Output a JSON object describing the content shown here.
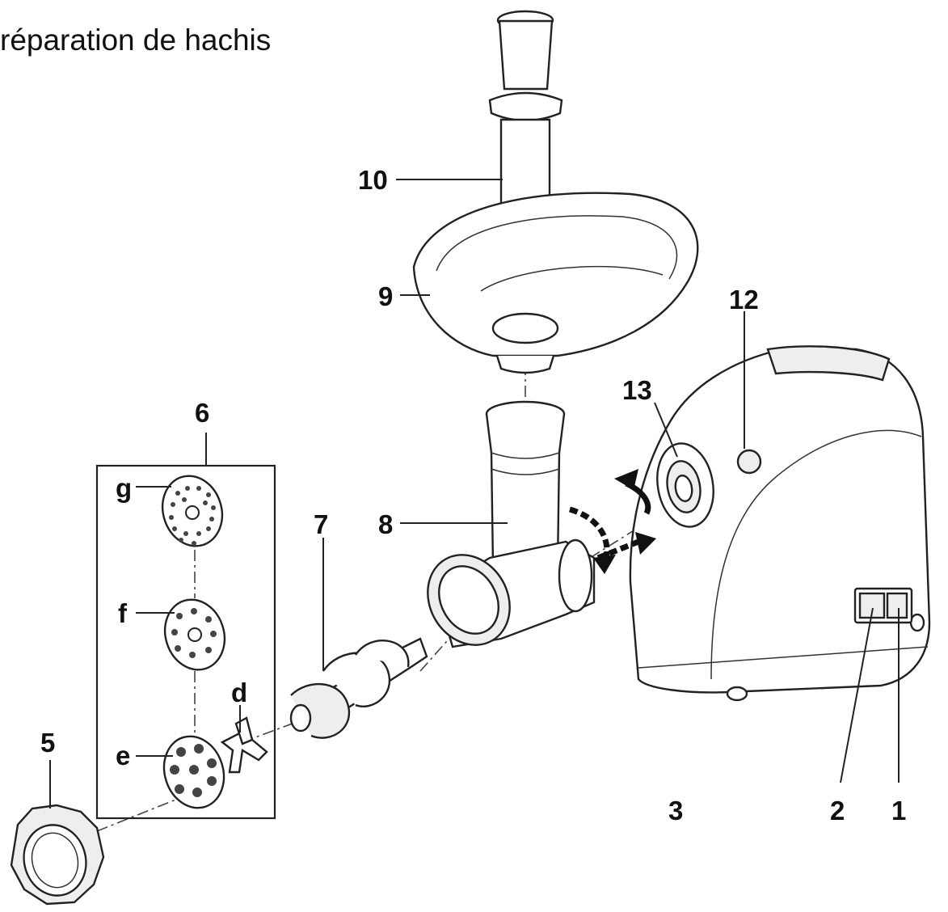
{
  "title": "réparation de hachis",
  "labels": {
    "l1": "1",
    "l2": "2",
    "l3": "3",
    "l5": "5",
    "l6": "6",
    "l7": "7",
    "l8": "8",
    "l9": "9",
    "l10": "10",
    "l12": "12",
    "l13": "13",
    "ld": "d",
    "le": "e",
    "lf": "f",
    "lg": "g"
  },
  "colors": {
    "line": "#222222",
    "fill": "#ffffff",
    "shade": "#eeeeee"
  }
}
